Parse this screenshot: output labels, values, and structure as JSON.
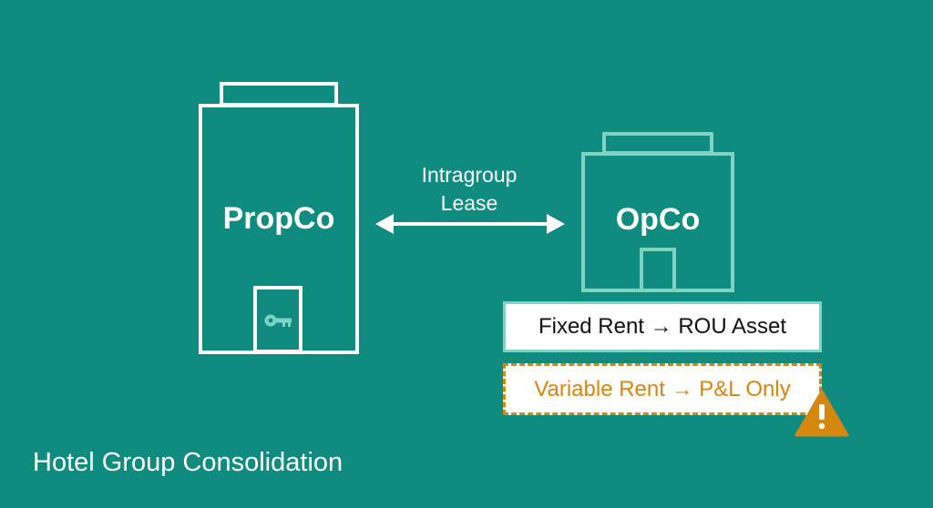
{
  "diagram": {
    "propco": {
      "label": "PropCo"
    },
    "opco": {
      "label": "OpCo"
    },
    "lease": {
      "line1": "Intragroup",
      "line2": "Lease"
    },
    "fixed_rent": {
      "label": "Fixed Rent → ROU Asset"
    },
    "variable_rent": {
      "label": "Variable Rent → P&L Only"
    },
    "warning": {
      "symbol": "!"
    },
    "caption": "Hotel Group Consolidation"
  },
  "colors": {
    "background": "#0f8b80",
    "propco_stroke": "#ffffff",
    "opco_stroke": "#7fd3c5",
    "warning": "#d4870f"
  },
  "icons": {
    "door_key": "key-icon",
    "warning": "warning-icon",
    "arrow": "double-arrow-icon"
  }
}
